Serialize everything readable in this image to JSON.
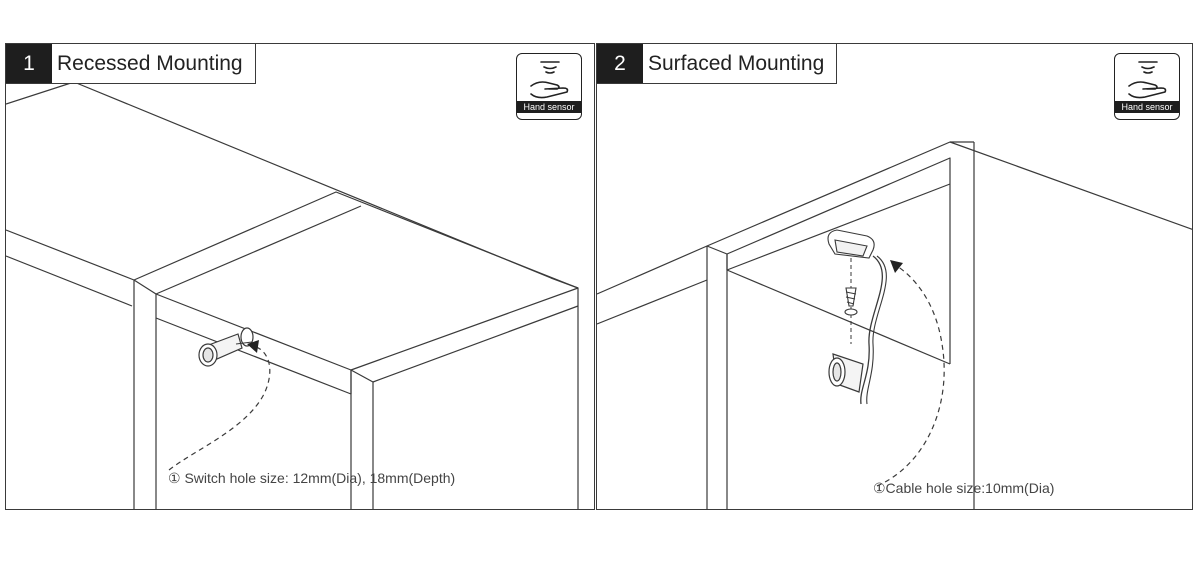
{
  "panels": [
    {
      "number": "1",
      "title": "Recessed Mounting",
      "badge_label": "Hand sensor",
      "badge_icon": "hand-sensor-icon",
      "caption": "① Switch hole size:  12mm(Dia),  18mm(Depth)"
    },
    {
      "number": "2",
      "title": "Surfaced Mounting",
      "badge_label": "Hand sensor",
      "badge_icon": "hand-sensor-icon",
      "caption": "①Cable hole size:10mm(Dia)"
    }
  ]
}
